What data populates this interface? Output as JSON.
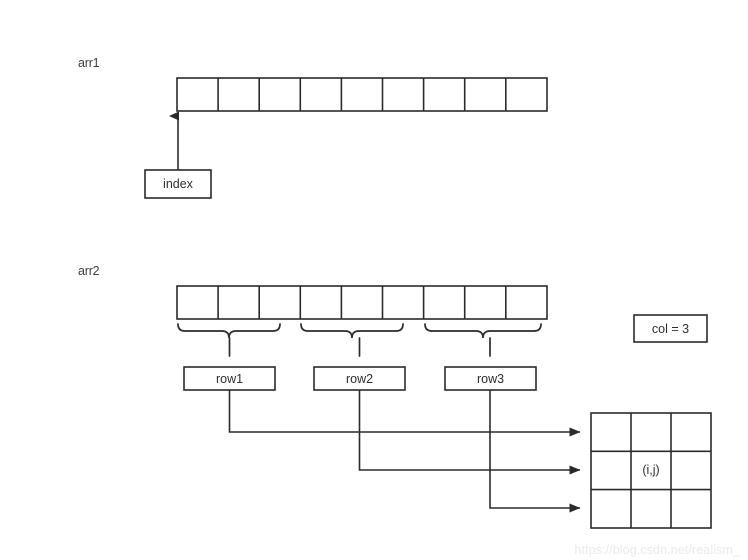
{
  "diagram": {
    "title": "Array index mapping diagram",
    "background_color": "#ffffff",
    "stroke_color": "#2b2b2b",
    "text_color": "#2e2e2e"
  },
  "arr1": {
    "label": "arr1",
    "cell_count": 9,
    "pointer_box_label": "index",
    "pointer_target_description": "first cell left edge"
  },
  "arr2": {
    "label": "arr2",
    "cell_count": 9,
    "group_count": 3,
    "group_size": 3,
    "groups": [
      {
        "label": "row1"
      },
      {
        "label": "row2"
      },
      {
        "label": "row3"
      }
    ]
  },
  "col_note": {
    "label": "col = 3"
  },
  "matrix": {
    "rows": 3,
    "cols": 3,
    "cells": [
      [
        "",
        "",
        ""
      ],
      [
        "",
        "(i,j)",
        ""
      ],
      [
        "",
        "",
        ""
      ]
    ],
    "highlight_cell_label": "(i,j)"
  },
  "watermark": {
    "text": "https://blog.csdn.net/realism_"
  }
}
